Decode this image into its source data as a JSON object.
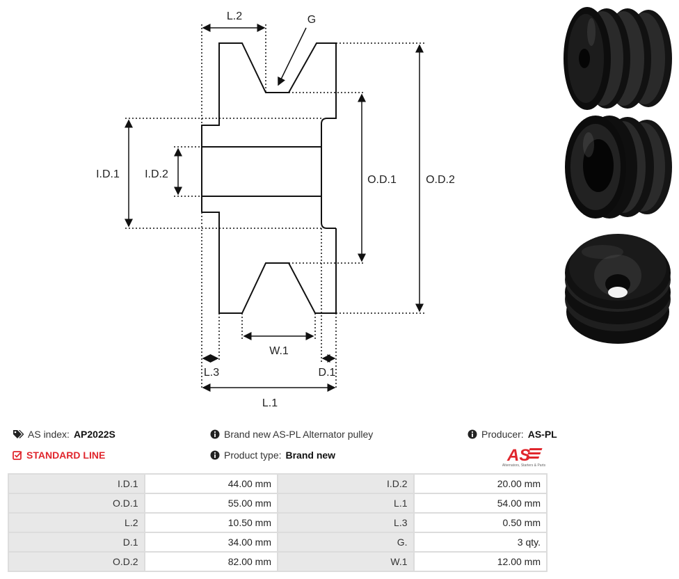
{
  "drawing": {
    "labels": {
      "l2": "L.2",
      "g": "G",
      "id1": "I.D.1",
      "id2": "I.D.2",
      "od1": "O.D.1",
      "od2": "O.D.2",
      "w1": "W.1",
      "l3": "L.3",
      "d1": "D.1",
      "l1": "L.1"
    }
  },
  "photos": [
    {
      "name": "pulley-photo-side",
      "icon": "pulley-side-view"
    },
    {
      "name": "pulley-photo-angle",
      "icon": "pulley-angle-view"
    },
    {
      "name": "pulley-photo-front",
      "icon": "pulley-front-view"
    }
  ],
  "info": {
    "as_index_label": "AS index:",
    "as_index_value": "AP2022S",
    "line": "STANDARD LINE",
    "description": "Brand new AS-PL Alternator pulley",
    "product_type_label": "Product type:",
    "product_type_value": "Brand new",
    "producer_label": "Producer:",
    "producer_value": "AS-PL",
    "logo_text": "AS",
    "logo_tagline": "Alternators, Starters & Parts"
  },
  "colors": {
    "accent_red": "#e0262d",
    "table_key_bg": "#e8e8e8",
    "table_border": "#dcdcdc"
  },
  "specs": [
    {
      "k1": "I.D.1",
      "v1": "44.00 mm",
      "k2": "I.D.2",
      "v2": "20.00 mm"
    },
    {
      "k1": "O.D.1",
      "v1": "55.00 mm",
      "k2": "L.1",
      "v2": "54.00 mm"
    },
    {
      "k1": "L.2",
      "v1": "10.50 mm",
      "k2": "L.3",
      "v2": "0.50 mm"
    },
    {
      "k1": "D.1",
      "v1": "34.00 mm",
      "k2": "G.",
      "v2": "3 qty."
    },
    {
      "k1": "O.D.2",
      "v1": "82.00 mm",
      "k2": "W.1",
      "v2": "12.00 mm"
    }
  ]
}
